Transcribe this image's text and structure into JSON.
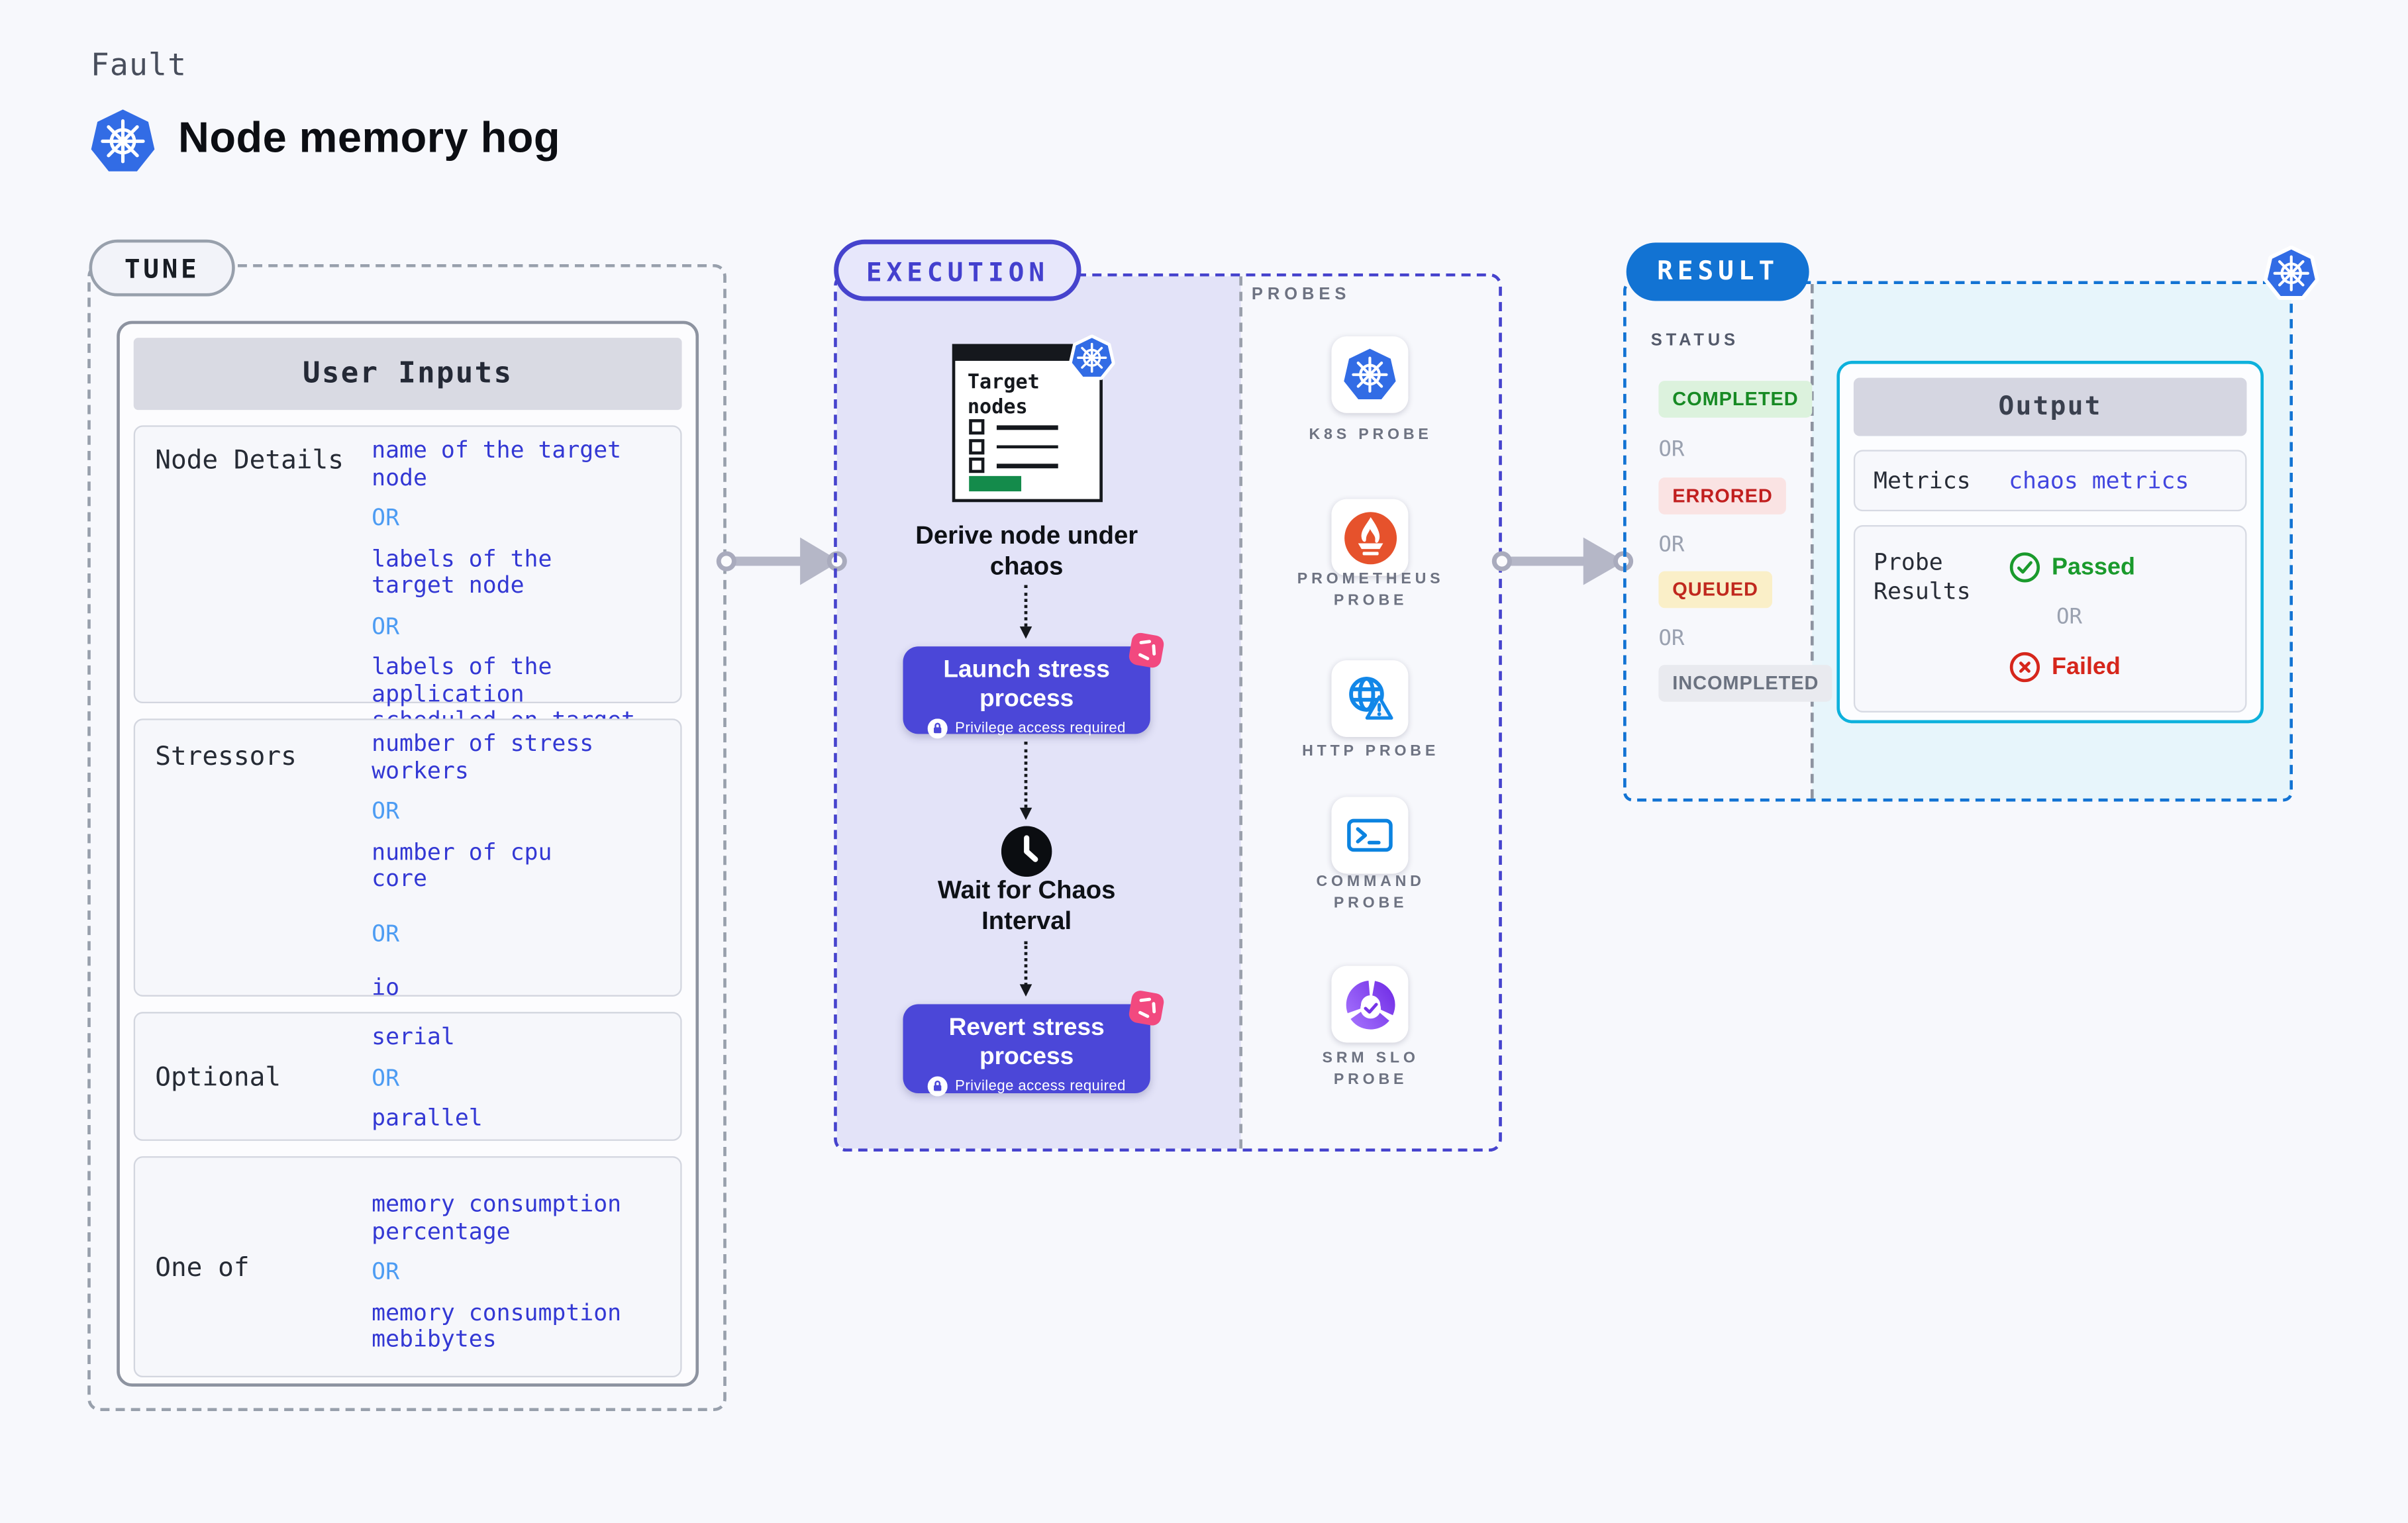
{
  "colors": {
    "page_bg": "#F7F8FC",
    "value_blue": "#3338D4",
    "or_light_blue": "#4D9CF3",
    "execution_indigo": "#4643CD",
    "execution_fill": "#E3E3F8",
    "button_indigo": "#4B47D8",
    "pink_chaos": "#F2497F",
    "result_blue": "#1273D3",
    "output_cyan": "#0DB1DC",
    "output_fill": "#E7F5FB",
    "kubernetes_blue": "#326CE5",
    "prometheus_orange": "#E6522C",
    "green_bar": "#148B4B",
    "passed_green": "#1A9A2C",
    "failed_red": "#D6261B"
  },
  "header": {
    "eyebrow": "Fault",
    "title": "Node memory hog"
  },
  "tune": {
    "badge": "TUNE",
    "table_header": "User Inputs",
    "rows": [
      {
        "label": "Node Details",
        "values": [
          "name of the target\nnode",
          "OR",
          "labels of the\ntarget node",
          "OR",
          "labels of the application\nscheduled on target node"
        ]
      },
      {
        "label": "Stressors",
        "values": [
          "number of stress\nworkers",
          "OR",
          "number of cpu\ncore",
          "OR",
          "io"
        ]
      },
      {
        "label": "Optional",
        "values": [
          "serial",
          "OR",
          "parallel"
        ]
      },
      {
        "label": "One of",
        "values": [
          "memory consumption\npercentage",
          "OR",
          "memory consumption\nmebibytes"
        ]
      }
    ]
  },
  "execution": {
    "badge": "EXECUTION",
    "illustration_title": "Target\nnodes",
    "derive_label": "Derive node under\nchaos",
    "launch_title": "Launch stress\nprocess",
    "wait_label": "Wait for Chaos\nInterval",
    "revert_title": "Revert stress\nprocess",
    "privilege_note": "Privilege access required",
    "probes_label": "PROBES",
    "probes": [
      {
        "label": "K8S PROBE"
      },
      {
        "label": "PROMETHEUS\nPROBE"
      },
      {
        "label": "HTTP PROBE"
      },
      {
        "label": "COMMAND\nPROBE"
      },
      {
        "label": "SRM SLO\nPROBE"
      }
    ]
  },
  "result": {
    "badge": "RESULT",
    "status_label": "STATUS",
    "or": "OR",
    "statuses": [
      {
        "label": "COMPLETED",
        "style": "background:#DCF2DD;color:#178A24"
      },
      {
        "label": "ERRORED",
        "style": "background:#FAE3E3;color:#C11F1F"
      },
      {
        "label": "QUEUED",
        "style": "background:#FAEFC8;color:#C0281E"
      },
      {
        "label": "INCOMPLETED",
        "style": "background:#E9EAEF;color:#6B7280"
      }
    ],
    "output": {
      "header": "Output",
      "metrics_label": "Metrics",
      "metrics_value": "chaos metrics",
      "probe_results_label": "Probe\nResults",
      "passed": "Passed",
      "or": "OR",
      "failed": "Failed"
    }
  }
}
